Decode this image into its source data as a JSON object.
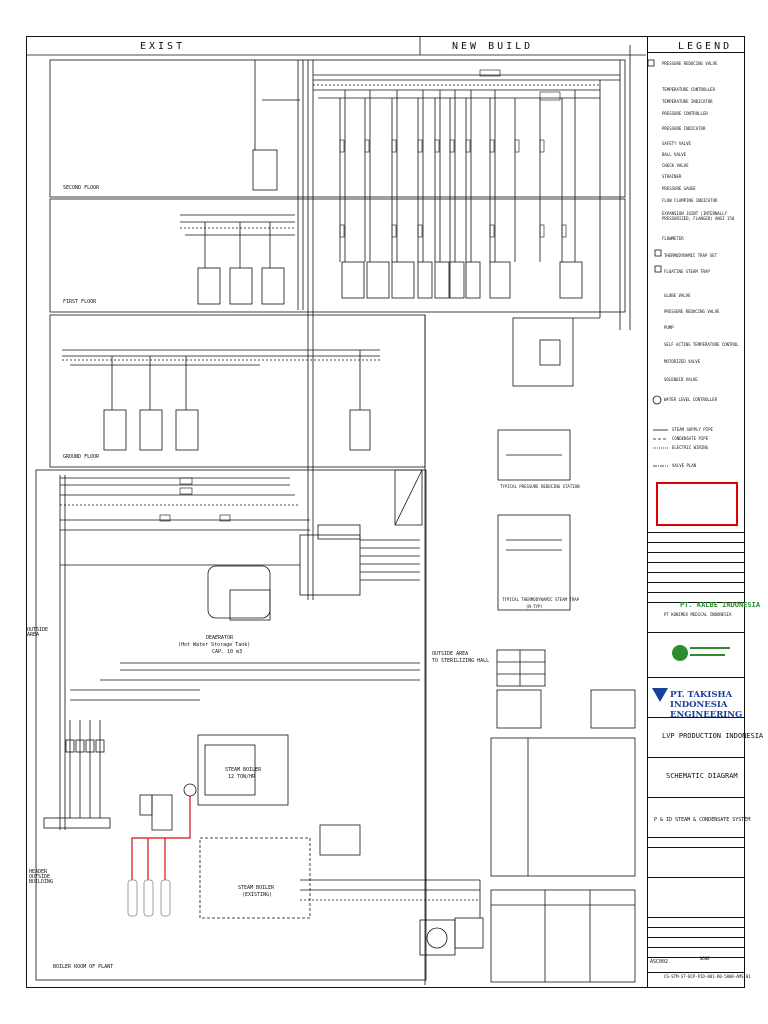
{
  "headers": {
    "exist": "EXIST",
    "new_build": "NEW BUILD"
  },
  "floors": {
    "second": "SECOND FLOOR",
    "first": "FIRST FLOOR",
    "ground": "GROUND FLOOR",
    "boiler_room": "BOILER ROOM OF PLANT"
  },
  "equipment": {
    "deaerator": "DEAERATOR",
    "deaerator_sub": "(Hot Water Storage Tank)",
    "deaerator_cap": "CAP. 10 m3",
    "steam_boiler_1": "STEAM BOILER",
    "steam_boiler_1_cap": "12 TON/HR",
    "steam_boiler_2": "STEAM BOILER",
    "steam_boiler_2_cap": "(EXISTING)",
    "outside_area": "OUTSIDE AREA",
    "outside_area_right": "OUTSIDE AREA",
    "to_sterilizing": "TO STERILIZING HALL",
    "header_outside": "HEADER OUTSIDE BUILDING",
    "typical_pressure": "TYPICAL PRESSURE REDUCING STATION",
    "typical_thermo": "TYPICAL THERMODYNAMIC STEAM TRAP",
    "typical_thermo_sub": "(N-TYP)"
  },
  "legend": {
    "title": "LEGEND",
    "items": [
      "PRESSURE REDUCING VALVE",
      "TEMPERATURE CONTROLLER",
      "TEMPERATURE INDICATOR",
      "PRESSURE CONTROLLER",
      "PRESSURE INDICATOR",
      "SAFETY VALVE",
      "BALL VALVE",
      "CHECK VALVE",
      "STRAINER",
      "PRESSURE GAUGE",
      "FLOW CLAMPING INDICATOR",
      "EXPANSION JOINT (INTERNALLY PRESSURIZED, FLANGED) ANSI 150",
      "FLOWMETER",
      "THERMODYNAMIC TRAP SET",
      "FLOATING STEAM TRAP",
      "GLOBE VALVE",
      "PRESSURE REDUCING VALVE",
      "PUMP",
      "SELF ACTING TEMPERATURE CONTROL",
      "MOTORIZED VALVE",
      "SOLENOID VALVE",
      "WATER LEVEL CONTROLLER"
    ],
    "line_types": [
      "STEAM SUPPLY PIPE",
      "CONDENSATE PIPE",
      "ELECTRIC WIRING",
      "VALVE PLAN"
    ]
  },
  "title_block": {
    "owner_name": "PT. KALBE INDONESIA",
    "owner_sub": "PT KONIMEX MEDICAL INDONESIA",
    "consultant": "PT. TAKISHA INDONESIA ENGINEERING",
    "project": "LVP PRODUCTION INDONESIA",
    "subject": "SCHEMATIC DIAGRAM",
    "title": "P & ID STEAM & CONDENSATE SYSTEM",
    "scale": "NONE",
    "drawing_no": "CS-STM-ST-BCP-PID-001-R0-5000-AMS-01",
    "sheet": "ASC002"
  },
  "colors": {
    "line": "#111111",
    "red_pipe": "#d01010",
    "company_blue": "#1a3f9c",
    "logo_green": "#2e8b2e"
  }
}
